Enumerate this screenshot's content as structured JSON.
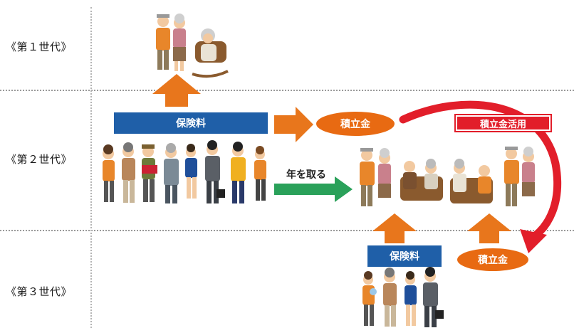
{
  "generations": {
    "first": "《第１世代》",
    "second": "《第２世代》",
    "third": "《第３世代》"
  },
  "labels": {
    "premium_top": "保険料",
    "reserve_top": "積立金",
    "reserve_use": "積立金活用",
    "aging": "年を取る",
    "premium_bottom": "保険料",
    "reserve_bottom": "積立金"
  },
  "icons": {
    "elderly_couple_gen1": "elderly-couple-illustration",
    "grandma_rocking_chair": "elderly-in-rocking-chair-illustration",
    "workers_group": "working-people-illustration",
    "elderly_group_gen2": "elderly-people-illustration",
    "family_gen3": "family-workers-illustration"
  },
  "colors": {
    "blue_bar": "#1f5fa8",
    "orange": "#e86a12",
    "red": "#e21e2a",
    "green": "#2aa15a"
  }
}
